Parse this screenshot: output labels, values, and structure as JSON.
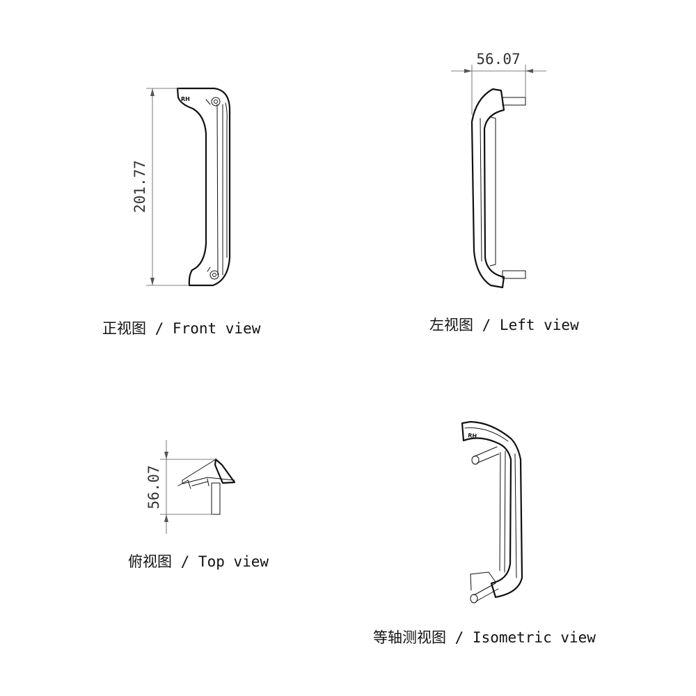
{
  "views": {
    "front": {
      "caption": "正视图 / Front view",
      "dimension": "201.77",
      "mark": "RH"
    },
    "left": {
      "caption": "左视图 / Left view",
      "dimension": "56.07"
    },
    "top": {
      "caption": "俯视图 / Top view",
      "dimension": "56.07"
    },
    "isometric": {
      "caption": "等轴测视图 / Isometric view",
      "mark": "RH"
    }
  },
  "colors": {
    "line": "#111111",
    "dimension": "#555555"
  }
}
